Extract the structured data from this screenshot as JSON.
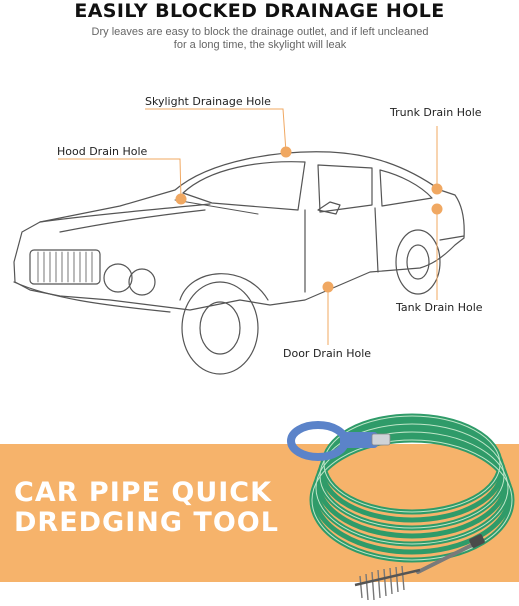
{
  "title": "EASILY BLOCKED DRAINAGE HOLE",
  "subtitle": "Dry leaves are easy to block the drainage outlet, and if left uncleaned for a long time, the skylight will leak",
  "callouts": {
    "skylight": "Skylight Drainage Hole",
    "trunk": "Trunk Drain Hole",
    "hood": "Hood Drain Hole",
    "tank": "Tank Drain Hole",
    "door": "Door Drain Hole"
  },
  "banner": {
    "line1": "CAR PIPE QUICK",
    "line2": "DREDGING TOOL"
  },
  "colors": {
    "accent_orange": "#f0a862",
    "band_orange": "#f6b36b",
    "hose_green": "#2e9a68",
    "handle_blue": "#5b83c9"
  }
}
